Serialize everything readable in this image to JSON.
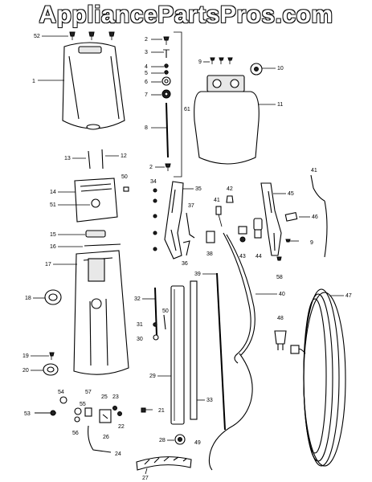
{
  "watermark": "AppliancePartsPros.com",
  "callouts": {
    "c1": "1",
    "c2": "2",
    "c2b": "2",
    "c3": "3",
    "c4": "4",
    "c5": "5",
    "c6": "6",
    "c7": "7",
    "c8": "8",
    "c9": "9",
    "c9b": "9",
    "c10": "10",
    "c11": "11",
    "c12": "12",
    "c13": "13",
    "c14": "14",
    "c15": "15",
    "c16": "16",
    "c17": "17",
    "c18": "18",
    "c19": "19",
    "c20": "20",
    "c21": "21",
    "c22": "22",
    "c23": "23",
    "c24": "24",
    "c25": "25",
    "c26": "26",
    "c27": "27",
    "c28": "28",
    "c29": "29",
    "c30": "30",
    "c31": "31",
    "c32": "32",
    "c33": "33",
    "c34": "34",
    "c35": "35",
    "c36": "36",
    "c37": "37",
    "c38": "38",
    "c39": "39",
    "c40": "40",
    "c41": "41",
    "c41b": "41",
    "c42": "42",
    "c43": "43",
    "c44": "44",
    "c45": "45",
    "c46": "46",
    "c47": "47",
    "c48": "48",
    "c49": "49",
    "c50": "50",
    "c50b": "50",
    "c51": "51",
    "c52": "52",
    "c53": "53",
    "c54": "54",
    "c55": "55",
    "c56": "56",
    "c57": "57",
    "c58": "58",
    "c61": "61"
  }
}
